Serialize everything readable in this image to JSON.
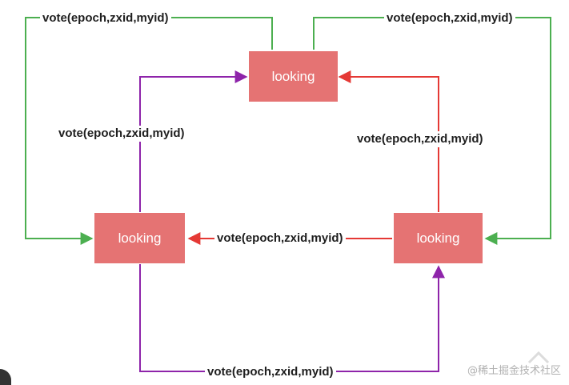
{
  "nodes": {
    "top": {
      "label": "looking"
    },
    "left": {
      "label": "looking"
    },
    "right": {
      "label": "looking"
    }
  },
  "edges": {
    "left_to_top_outer": {
      "label": "vote(epoch,zxid,myid)",
      "color": "#4caf50"
    },
    "top_to_right_outer": {
      "label": "vote(epoch,zxid,myid)",
      "color": "#4caf50"
    },
    "left_to_top_inner": {
      "label": "vote(epoch,zxid,myid)",
      "color": "#8e24aa"
    },
    "right_to_top_inner": {
      "label": "vote(epoch,zxid,myid)",
      "color": "#e53935"
    },
    "right_to_left_middle": {
      "label": "vote(epoch,zxid,myid)",
      "color": "#e53935"
    },
    "left_to_right_bottom": {
      "label": "vote(epoch,zxid,myid)",
      "color": "#8e24aa"
    }
  },
  "node_color": "#e57373",
  "watermark": "@稀土掘金技术社区"
}
